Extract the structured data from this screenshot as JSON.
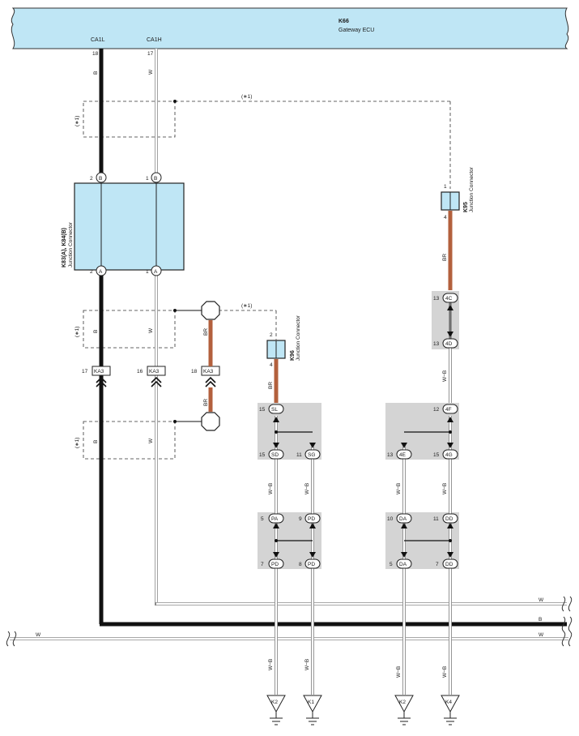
{
  "ecu": {
    "id": "K66",
    "name": "Gateway ECU",
    "pins": [
      {
        "label": "CA1L",
        "number": "18"
      },
      {
        "label": "CA1H",
        "number": "17"
      }
    ]
  },
  "wire_colors": {
    "B": "B",
    "W": "W",
    "BR": "BR",
    "WB": "W−B"
  },
  "option_note": "(∗1)",
  "colors": {
    "ecu_fill": "#bfe6f5",
    "connector_fill": "#bfe6f5",
    "splice_gray": "#d4d4d4",
    "wire_black": "#111111",
    "wire_brown": "#b3603d",
    "wire_white_outline": "#8a8a8a"
  },
  "junction_k83": {
    "label": "K83(A), K84(B)",
    "sub": "Junction Connector",
    "top_pins": [
      {
        "num": "2",
        "letter": "B"
      },
      {
        "num": "1",
        "letter": "B"
      }
    ],
    "bottom_pins": [
      {
        "num": "2",
        "letter": "A"
      },
      {
        "num": "1",
        "letter": "A"
      }
    ]
  },
  "junction_k95": {
    "label": "K95",
    "sub": "Junction Connector",
    "pin_top": "1",
    "pin_bottom": "4"
  },
  "junction_k96": {
    "label": "K96",
    "sub": "Junction Connector",
    "pin_top": "2",
    "pin_bottom": "4"
  },
  "ka3_connectors": [
    {
      "pin": "17",
      "label": "KA3"
    },
    {
      "pin": "16",
      "label": "KA3"
    },
    {
      "pin": "18",
      "label": "KA3"
    }
  ],
  "splices": {
    "sl": {
      "pin": "15",
      "code": "SL"
    },
    "sd": {
      "pin": "15",
      "code": "SD"
    },
    "sg": {
      "pin": "11",
      "code": "SG"
    },
    "pa": {
      "pin": "5",
      "code": "PA"
    },
    "pd9": {
      "pin": "9",
      "code": "PD"
    },
    "pd7": {
      "pin": "7",
      "code": "PD"
    },
    "pd8": {
      "pin": "8",
      "code": "PD"
    },
    "c4c13": {
      "pin": "13",
      "code": "4C"
    },
    "c4d13": {
      "pin": "13",
      "code": "4D"
    },
    "c4f12": {
      "pin": "12",
      "code": "4F"
    },
    "c4e13": {
      "pin": "13",
      "code": "4E"
    },
    "c4g15": {
      "pin": "15",
      "code": "4G"
    },
    "da10": {
      "pin": "10",
      "code": "DA"
    },
    "dd11": {
      "pin": "11",
      "code": "DD"
    },
    "da5": {
      "pin": "5",
      "code": "DA"
    },
    "dd7": {
      "pin": "7",
      "code": "DD"
    }
  },
  "grounds": [
    "K2",
    "K1",
    "K2",
    "K4"
  ]
}
